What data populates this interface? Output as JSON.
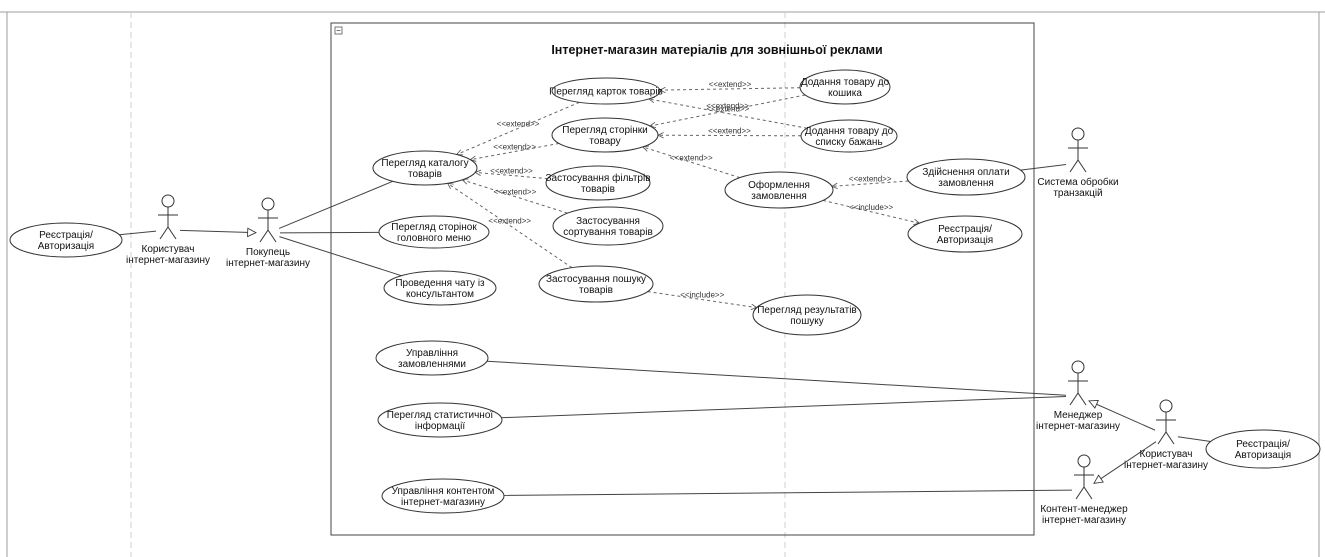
{
  "diagram": {
    "title": "Інтернет-магазин матеріалів для зовнішньої реклами",
    "use_cases": [
      {
        "id": "browse_cards",
        "lines": [
          "Перегляд карток товарів"
        ]
      },
      {
        "id": "add_cart",
        "lines": [
          "Додання товару до",
          "кошика"
        ]
      },
      {
        "id": "product_page",
        "lines": [
          "Перегляд сторінки",
          "товару"
        ]
      },
      {
        "id": "add_wishlist",
        "lines": [
          "Додання товару до",
          "списку бажань"
        ]
      },
      {
        "id": "catalog",
        "lines": [
          "Перегляд каталогу",
          "товарів"
        ]
      },
      {
        "id": "filters",
        "lines": [
          "Застосування фільтрів",
          "товарів"
        ]
      },
      {
        "id": "checkout",
        "lines": [
          "Оформлення",
          "замовлення"
        ]
      },
      {
        "id": "payment",
        "lines": [
          "Здійснення оплати",
          "замовлення"
        ]
      },
      {
        "id": "sorting",
        "lines": [
          "Застосування",
          "сортування товарів"
        ]
      },
      {
        "id": "menu_pages",
        "lines": [
          "Перегляд сторінок",
          "головного меню"
        ]
      },
      {
        "id": "reg_inner",
        "lines": [
          "Реєстрація/",
          "Авторизація"
        ]
      },
      {
        "id": "chat",
        "lines": [
          "Проведення чату із",
          "консультантом"
        ]
      },
      {
        "id": "search",
        "lines": [
          "Застосування пошуку",
          "товарів"
        ]
      },
      {
        "id": "search_results",
        "lines": [
          "Перегляд результатів",
          "пошуку"
        ]
      },
      {
        "id": "manage_orders",
        "lines": [
          "Управління",
          "замовленнями"
        ]
      },
      {
        "id": "stats",
        "lines": [
          "Перегляд статистичної",
          "інформації"
        ]
      },
      {
        "id": "manage_content",
        "lines": [
          "Управління контентом",
          "інтернет-магазину"
        ]
      },
      {
        "id": "reg_left",
        "lines": [
          "Реєстрація/",
          "Авторизація"
        ]
      },
      {
        "id": "reg_right",
        "lines": [
          "Реєстрація/",
          "Авторизація"
        ]
      }
    ],
    "actors": [
      {
        "id": "user_left",
        "lines": [
          "Користувач",
          "інтернет-магазину"
        ]
      },
      {
        "id": "buyer",
        "lines": [
          "Покупець",
          "інтернет-магазину"
        ]
      },
      {
        "id": "payment_system",
        "lines": [
          "Система обробки",
          "транзакцій"
        ]
      },
      {
        "id": "manager",
        "lines": [
          "Менеджер",
          "інтернет-магазину"
        ]
      },
      {
        "id": "user_right",
        "lines": [
          "Користувач",
          "інтернет-магазину"
        ]
      },
      {
        "id": "content_manager",
        "lines": [
          "Контент-менеджер",
          "інтернет-магазину"
        ]
      }
    ],
    "relationships": [
      {
        "from": "user_left",
        "to": "reg_left",
        "type": "association"
      },
      {
        "from": "user_left",
        "to": "buyer",
        "type": "generalization"
      },
      {
        "from": "buyer",
        "to": "catalog",
        "type": "association"
      },
      {
        "from": "buyer",
        "to": "menu_pages",
        "type": "association"
      },
      {
        "from": "buyer",
        "to": "chat",
        "type": "association"
      },
      {
        "from": "browse_cards",
        "to": "catalog",
        "type": "extend",
        "label": "<<extend>>"
      },
      {
        "from": "product_page",
        "to": "catalog",
        "type": "extend",
        "label": "<<extend>>"
      },
      {
        "from": "filters",
        "to": "catalog",
        "type": "extend",
        "label": "<<extend>>"
      },
      {
        "from": "sorting",
        "to": "catalog",
        "type": "extend",
        "label": "<<extend>>"
      },
      {
        "from": "search",
        "to": "catalog",
        "type": "extend",
        "label": "<<extend>>"
      },
      {
        "from": "add_cart",
        "to": "browse_cards",
        "type": "extend",
        "label": "<<extend>>"
      },
      {
        "from": "add_wishlist",
        "to": "browse_cards",
        "type": "extend",
        "label": "<<extend>>"
      },
      {
        "from": "add_cart",
        "to": "product_page",
        "type": "extend",
        "label": "<<extend>>"
      },
      {
        "from": "add_wishlist",
        "to": "product_page",
        "type": "extend",
        "label": "<<extend>>"
      },
      {
        "from": "checkout",
        "to": "product_page",
        "type": "extend",
        "label": "<<extend>>"
      },
      {
        "from": "payment",
        "to": "checkout",
        "type": "extend",
        "label": "<<extend>>"
      },
      {
        "from": "checkout",
        "to": "reg_inner",
        "type": "include",
        "label": "<<include>>"
      },
      {
        "from": "search",
        "to": "search_results",
        "type": "include",
        "label": "<<include>>"
      },
      {
        "from": "payment_system",
        "to": "payment",
        "type": "association"
      },
      {
        "from": "manager",
        "to": "manage_orders",
        "type": "association"
      },
      {
        "from": "manager",
        "to": "stats",
        "type": "association"
      },
      {
        "from": "content_manager",
        "to": "manage_content",
        "type": "association"
      },
      {
        "from": "user_right",
        "to": "manager",
        "type": "generalization"
      },
      {
        "from": "user_right",
        "to": "content_manager",
        "type": "generalization"
      },
      {
        "from": "user_right",
        "to": "reg_right",
        "type": "association"
      }
    ]
  }
}
